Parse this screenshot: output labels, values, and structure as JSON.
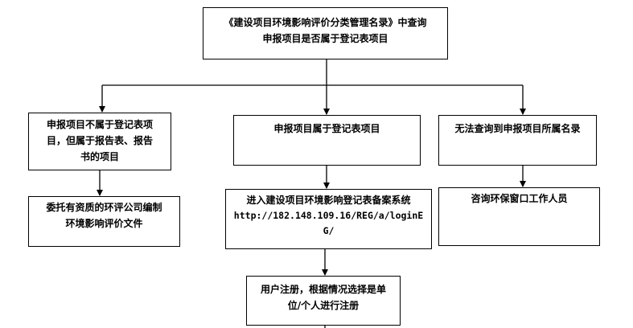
{
  "diagram": {
    "query_box": [
      "《建设项目环境影响评价分类管理名录》中查询",
      "申报项目是否属于登记表项目"
    ],
    "branch_not_register": [
      "申报项目不属于登记表项",
      "目，但属于报告表、报告",
      "书的项目"
    ],
    "branch_is_register": [
      "申报项目属于登记表项目"
    ],
    "branch_not_found": [
      "无法查询到申报项目所属名录"
    ],
    "step_entrust": [
      "委托有资质的环评公司编制",
      "环境影响评价文件"
    ],
    "step_enter_system": [
      "进入建设项目环境影响登记表备案系统",
      "http://182.148.109.16/REG/a/loginE",
      "G/"
    ],
    "step_consult": [
      "咨询环保窗口工作人员"
    ],
    "step_register_user": [
      "用户注册，根据情况选择是单",
      "位/个人进行注册"
    ]
  }
}
